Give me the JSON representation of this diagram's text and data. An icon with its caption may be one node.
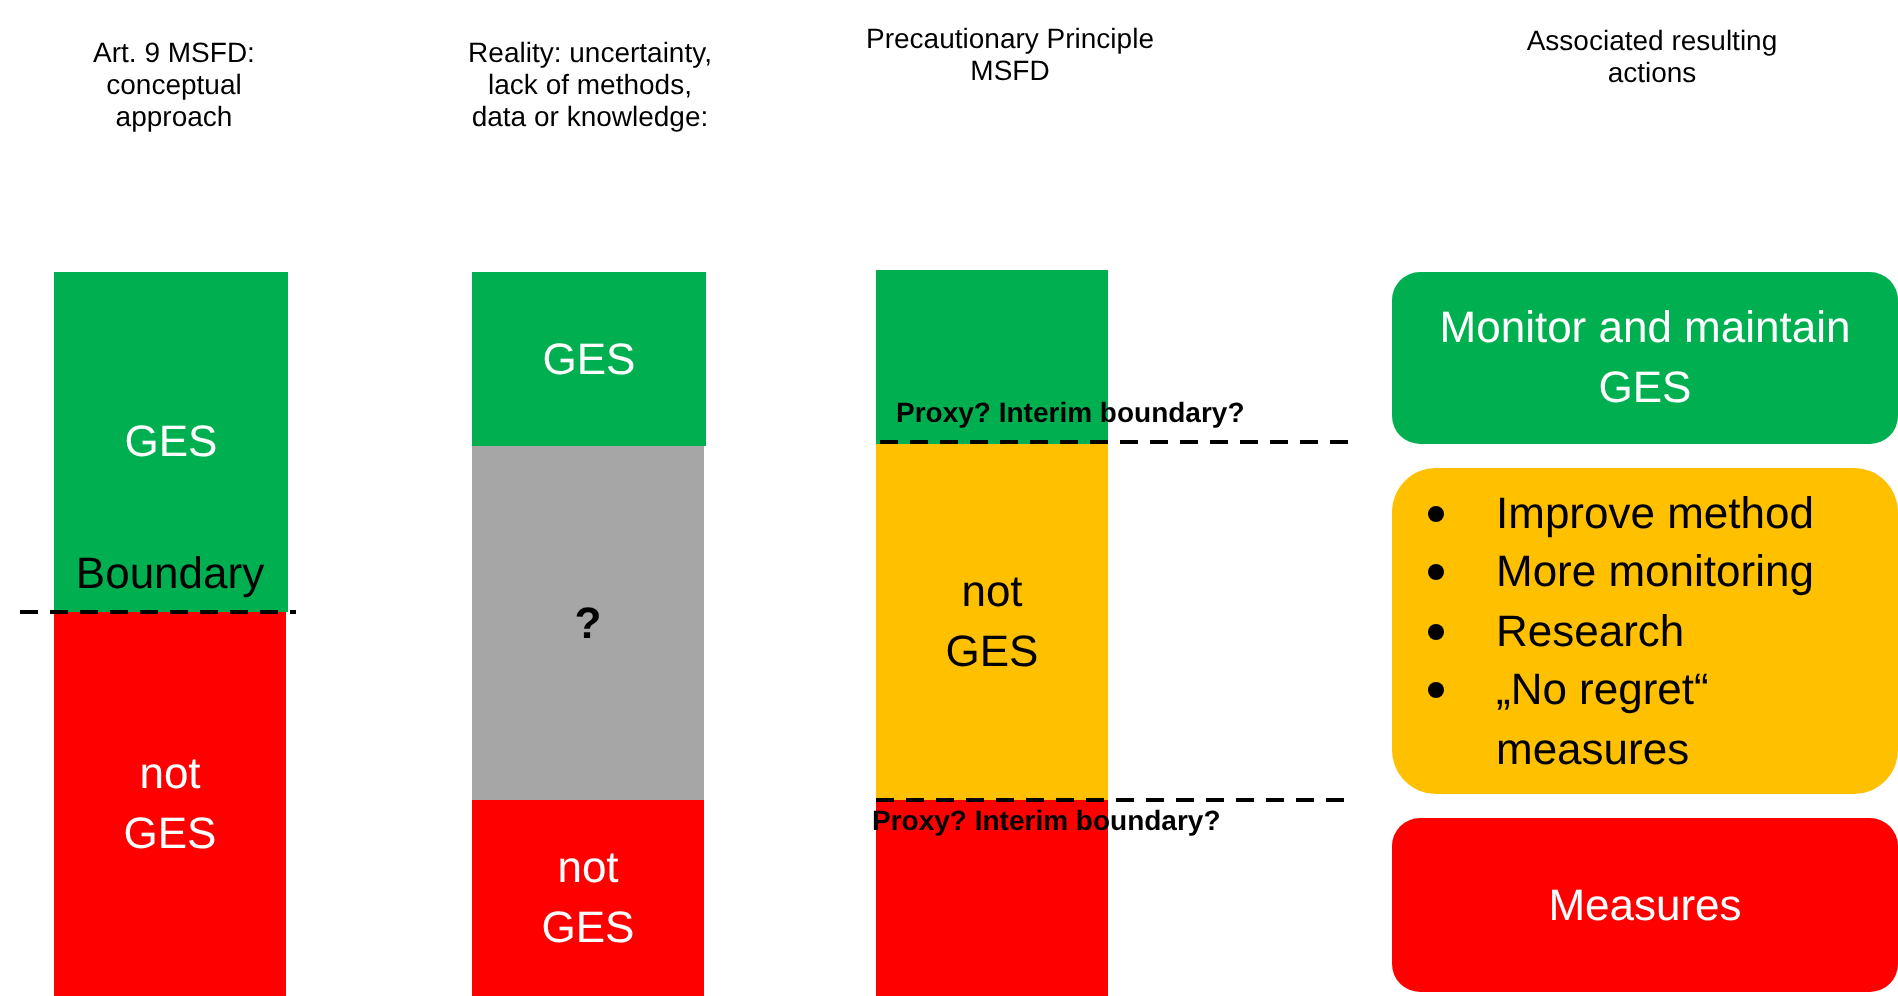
{
  "diagram": {
    "nodes": [
      {
        "text": [
          "GES"
        ]
      },
      {
        "text": [
          "not GES"
        ]
      },
      {
        "text": [
          "GES"
        ]
      },
      {
        "text": [
          "?"
        ]
      },
      {
        "text": [
          "not GES"
        ]
      },
      {
        "text": [],
        "shape": "bar"
      },
      {
        "text": [
          "not GES"
        ]
      },
      {
        "text": [],
        "shape": "bar"
      },
      {
        "text": [
          "Monitor and maintain GES"
        ]
      },
      {
        "text": [
          "Improve method",
          "More monitoring",
          "Research",
          "„No regret“ measures"
        ]
      },
      {
        "text": [
          "Measures"
        ]
      }
    ],
    "edges": [],
    "labels": [
      "Art. 9 MSFD: conceptual approach",
      "Reality: uncertainty, lack of methods, data or knowledge:",
      "Precautionary Principle MSFD",
      "Associated resulting actions",
      "Boundary",
      "Proxy? Interim boundary?",
      "Proxy? Interim boundary?"
    ]
  }
}
